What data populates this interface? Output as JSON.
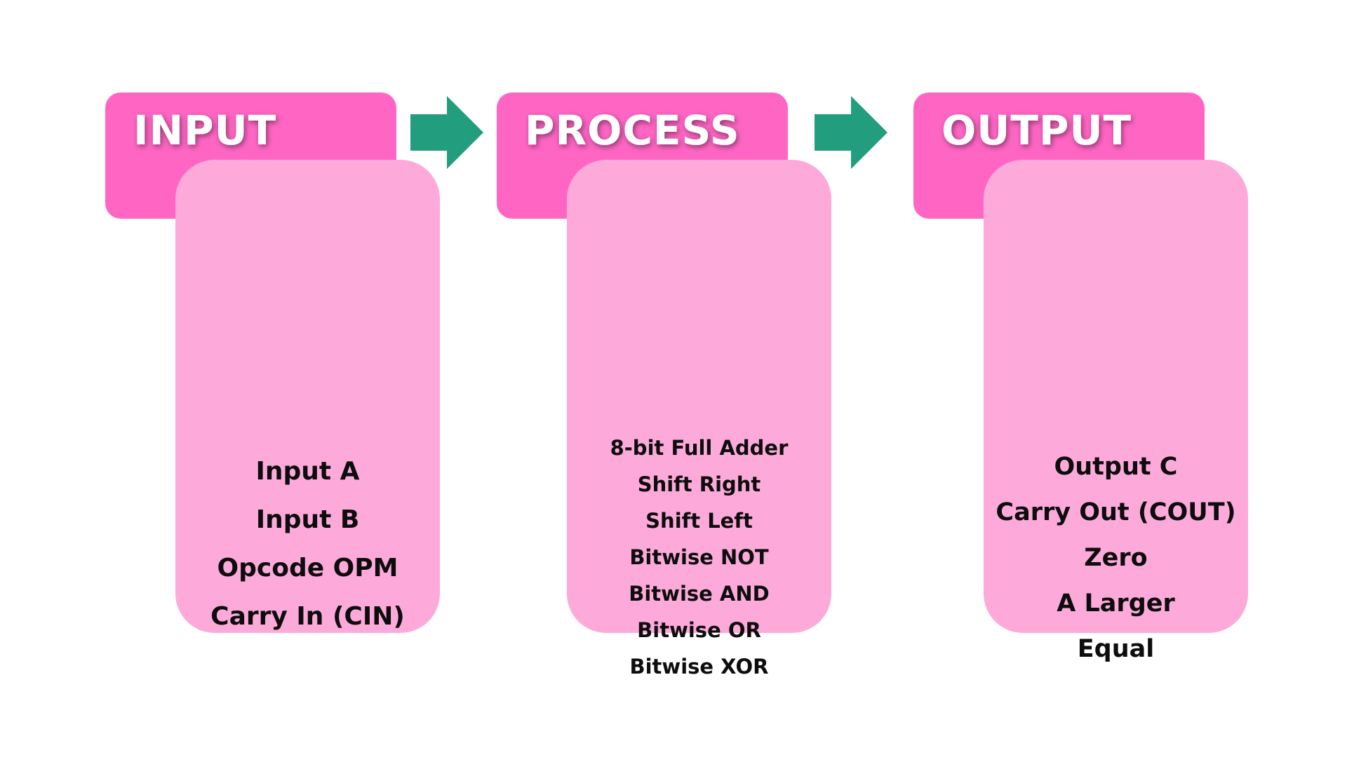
{
  "stages": [
    {
      "title": "INPUT",
      "items": [
        "Input A",
        "Input B",
        "Opcode OPM",
        "Carry In (CIN)"
      ]
    },
    {
      "title": "PROCESS",
      "items": [
        "8-bit Full Adder",
        "Shift Right",
        "Shift Left",
        "Bitwise NOT",
        "Bitwise AND",
        "Bitwise OR",
        "Bitwise XOR"
      ]
    },
    {
      "title": "OUTPUT",
      "items": [
        "Output C",
        "Carry Out (COUT)",
        "Zero",
        "A Larger",
        "Equal"
      ]
    }
  ],
  "colors": {
    "header": "#ff66c4",
    "card": "#fdaadb",
    "arrow": "#229e7e",
    "header_text": "#ffffff",
    "item_text": "#0d0d0d"
  },
  "icons": {
    "connector": "arrow-right-icon"
  }
}
